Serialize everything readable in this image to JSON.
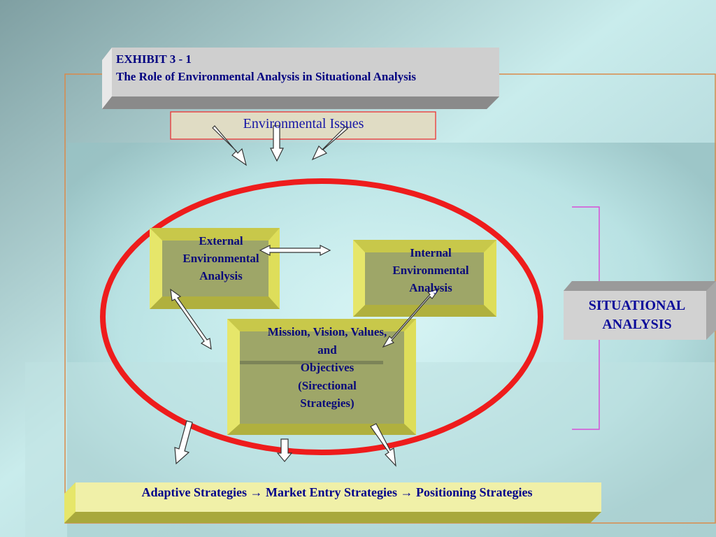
{
  "exhibit": {
    "number": "EXHIBIT  3 - 1",
    "title": "The Role of Environmental Analysis in Situational Analysis"
  },
  "environmental_issues": "Environmental Issues",
  "boxes": {
    "external": [
      "External",
      "Environmental",
      "Analysis"
    ],
    "internal": [
      "Internal",
      "Environmental",
      "Analysis"
    ],
    "mission": [
      "Mission, Vision, Values,",
      "and",
      "Objectives",
      "(Sirectional",
      "Strategies)"
    ]
  },
  "situational": [
    "SITUATIONAL",
    "ANALYSIS"
  ],
  "strategies": {
    "adaptive": "Adaptive Strategies",
    "market_entry": "Market Entry Strategies",
    "positioning": "Positioning Strategies",
    "arrow": "→"
  },
  "colors": {
    "background_start": "#7a9a9c",
    "background_center": "#d6f4f4",
    "panel_border": "#d98a4a",
    "ellipse": "#ee1c1c",
    "olive_box_face": "#9ea668",
    "olive_box_bevel": "#dede5a",
    "gray_box": "#c8c8c8",
    "bracket": "#d74fd7",
    "text_navy": "#000080"
  }
}
